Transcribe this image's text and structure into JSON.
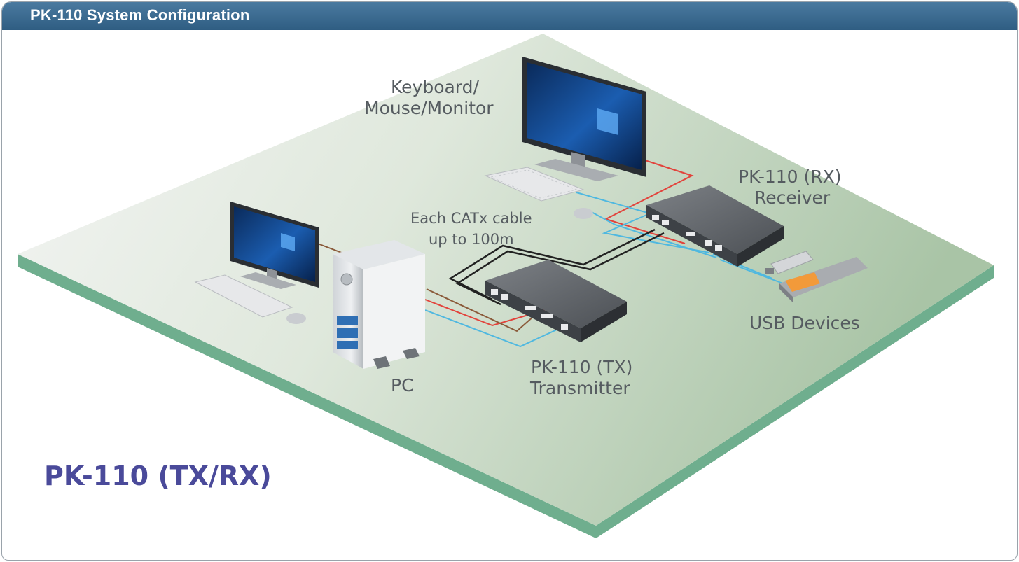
{
  "header": {
    "title": "PK-110 System Configuration"
  },
  "labels": {
    "keyboard_mouse_monitor_line1": "Keyboard/",
    "keyboard_mouse_monitor_line2": "Mouse/Monitor",
    "rx_line1": "PK-110 (RX)",
    "rx_line2": "Receiver",
    "cable_line1": "Each CATx cable",
    "cable_line2": "up to 100m",
    "usb_devices": "USB Devices",
    "tx_line1": "PK-110 (TX)",
    "tx_line2": "Transmitter",
    "pc": "PC"
  },
  "model": "PK-110 (TX/RX)",
  "colors": {
    "header": "#3a6a90",
    "floor_top": "#c6d9c2",
    "floor_edge": "#6fae8e",
    "model_text": "#4a4a9a",
    "cable_red": "#e2433c",
    "cable_blue": "#4fb8e0",
    "cable_black": "#222222",
    "cable_brown": "#8a5a3a"
  }
}
